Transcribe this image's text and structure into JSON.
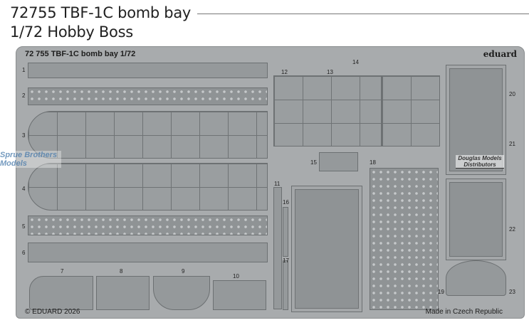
{
  "header": {
    "line1": "72755  TBF-1C bomb bay",
    "line2": "1/72  Hobby Boss"
  },
  "fret": {
    "title": "72 755  TBF-1C bomb bay 1/72",
    "brand": "eduard",
    "copyright": "© EDUARD 2026",
    "origin": "Made in Czech Republic"
  },
  "part_labels": [
    "1",
    "2",
    "3",
    "4",
    "5",
    "6",
    "7",
    "8",
    "9",
    "10",
    "11",
    "12",
    "13",
    "14",
    "15",
    "16",
    "17",
    "18",
    "19",
    "20",
    "21",
    "22",
    "23"
  ],
  "watermarks": {
    "left": "Sprue Brothers Models",
    "right": "Douglas Models Distributors"
  }
}
